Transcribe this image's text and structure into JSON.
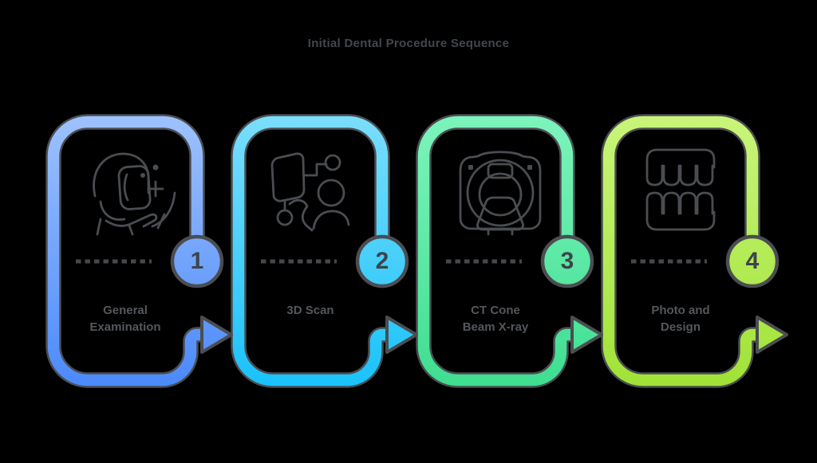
{
  "title": "Initial Dental Procedure Sequence",
  "colors": {
    "background": "#000000",
    "outline": "#4b4d52",
    "icon_stroke": "#4a4d51",
    "title_text": "#43474b",
    "label_text": "#54575b",
    "number_text": "#3d444b"
  },
  "steps": [
    {
      "number": "1",
      "label": "General Examination",
      "label_lines": [
        "General",
        "Examination"
      ],
      "icon": "dentist-examination-icon",
      "color_top": "#9ec2fd",
      "color_bottom": "#4b89fa"
    },
    {
      "number": "2",
      "label": "3D Scan",
      "label_lines": [
        "3D Scan"
      ],
      "icon": "3d-scanner-icon",
      "color_top": "#7bdefb",
      "color_bottom": "#19c2fa"
    },
    {
      "number": "3",
      "label": "CT Cone Beam X-ray",
      "label_lines": [
        "CT Cone",
        "Beam X-ray"
      ],
      "icon": "ct-scanner-icon",
      "color_top": "#7df4bc",
      "color_bottom": "#3ede90"
    },
    {
      "number": "4",
      "label": "Photo and Design",
      "label_lines": [
        "Photo and",
        "Design"
      ],
      "icon": "teeth-icon",
      "color_top": "#c9f57a",
      "color_bottom": "#a0e236"
    }
  ]
}
